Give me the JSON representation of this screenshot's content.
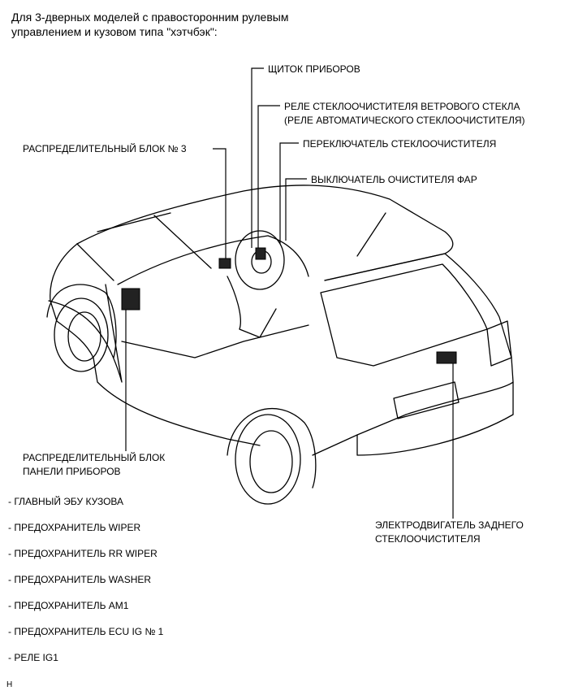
{
  "header": {
    "line1": "Для 3-дверных моделей с правосторонним рулевым",
    "line2": "управлением и кузовом типа \"хэтчбэк\":"
  },
  "labels": {
    "instrument_panel": "ЩИТОК ПРИБОРОВ",
    "wiper_relay_line1": "РЕЛЕ СТЕКЛООЧИСТИТЕЛЯ ВЕТРОВОГО СТЕКЛА",
    "wiper_relay_line2": "(РЕЛЕ АВТОМАТИЧЕСКОГО СТЕКЛООЧИСТИТЕЛЯ)",
    "wiper_switch": "ПЕРЕКЛЮЧАТЕЛЬ СТЕКЛООЧИСТИТЕЛЯ",
    "headlamp_cleaner_switch": "ВЫКЛЮЧАТЕЛЬ ОЧИСТИТЕЛЯ ФАР",
    "junction_block_3": "РАСПРЕДЕЛИТЕЛЬНЫЙ БЛОК № 3",
    "ip_junction_block_line1": "РАСПРЕДЕЛИТЕЛЬНЫЙ БЛОК",
    "ip_junction_block_line2": "ПАНЕЛИ ПРИБОРОВ",
    "rear_wiper_motor_line1": "ЭЛЕКТРОДВИГАТЕЛЬ ЗАДНЕГО",
    "rear_wiper_motor_line2": "СТЕКЛООЧИСТИТЕЛЯ"
  },
  "components": [
    "- ГЛАВНЫЙ ЭБУ КУЗОВА",
    "- ПРЕДОХРАНИТЕЛЬ WIPER",
    "- ПРЕДОХРАНИТЕЛЬ RR WIPER",
    "- ПРЕДОХРАНИТЕЛЬ WASHER",
    "- ПРЕДОХРАНИТЕЛЬ AM1",
    "- ПРЕДОХРАНИТЕЛЬ ECU IG № 1",
    "- РЕЛЕ IG1"
  ],
  "footer_code": "H"
}
